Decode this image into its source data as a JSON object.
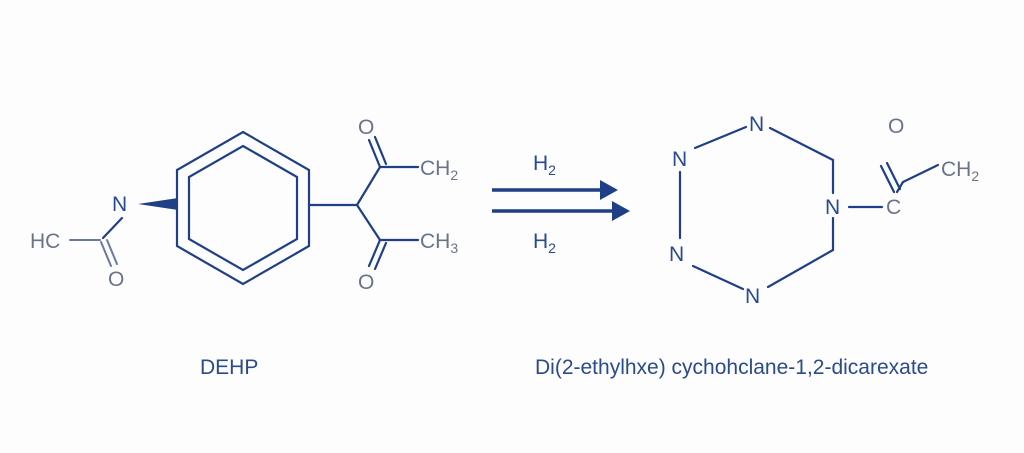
{
  "reactant": {
    "atoms": {
      "n_amide": "N",
      "hc": "HC",
      "o_amide": "O",
      "o_top": "O",
      "ch2_main": "CH",
      "ch2_sub": "2",
      "ch3_main": "CH",
      "ch3_sub": "3",
      "o_bottom": "O"
    },
    "caption": "DEHP"
  },
  "reagents": {
    "top_main": "H",
    "top_sub": "2",
    "bottom_main": "H",
    "bottom_sub": "2"
  },
  "product": {
    "atoms": {
      "n_top": "N",
      "n_upper_left": "N",
      "n_lower_left": "N",
      "n_bottom": "N",
      "n_right": "N",
      "c_acyl": "C",
      "o_acyl": "O",
      "ch2_main": "CH",
      "ch2_sub": "2"
    },
    "caption": "Di(2-ethylhxe) cychohclane-1,2-dicarexate"
  },
  "colors": {
    "bond": "#1f3f86",
    "text": "#2a4a90",
    "grey_text": "#6a7488",
    "background": "#fdfdfe"
  }
}
